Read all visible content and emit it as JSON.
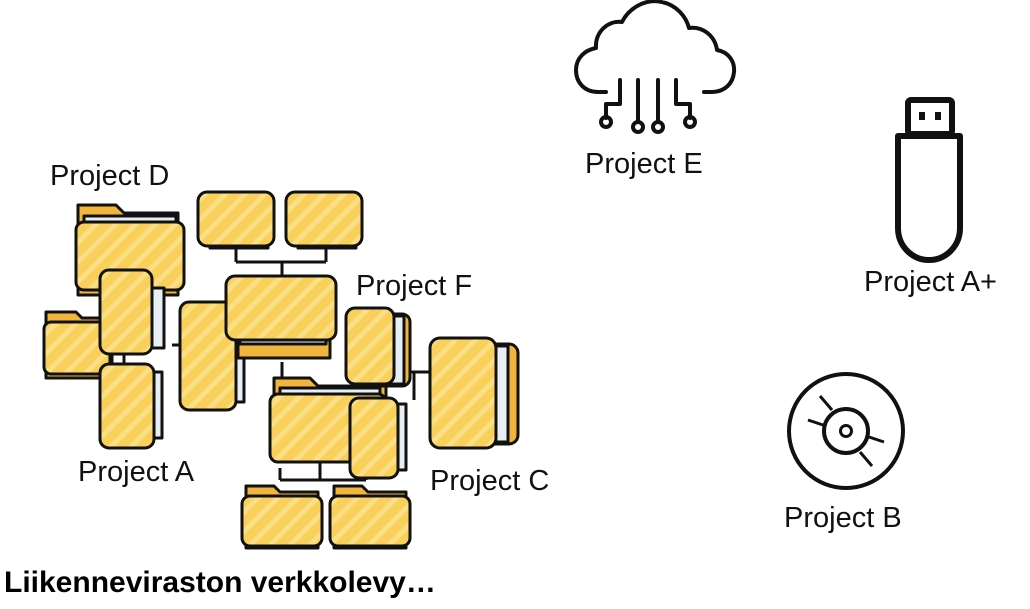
{
  "labels": {
    "project_d": "Project D",
    "project_e": "Project E",
    "project_f": "Project F",
    "project_a": "Project A",
    "project_c": "Project C",
    "project_a_plus": "Project A+",
    "project_b": "Project B"
  },
  "footer": {
    "title": "Liikenneviraston verkkolevy…"
  },
  "icons": {
    "cluster": "folder-network-icon",
    "cloud": "cloud-network-icon",
    "usb": "usb-drive-icon",
    "disc": "cd-disc-icon"
  },
  "colors": {
    "folder_fill": "#F9D05A",
    "folder_shade": "#F2B53C",
    "stroke": "#111111",
    "paper": "#E8EEF5",
    "text": "#111111"
  }
}
